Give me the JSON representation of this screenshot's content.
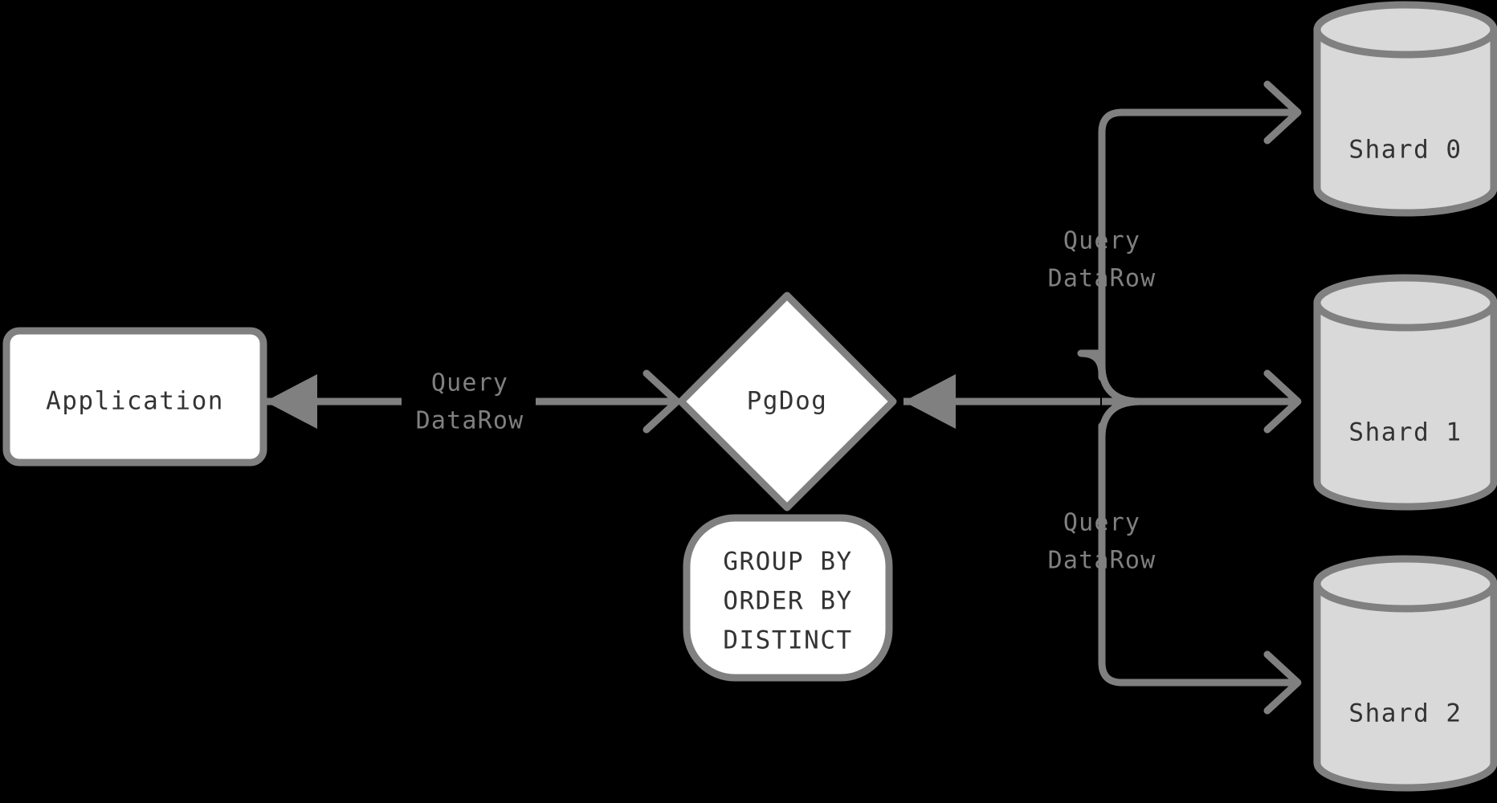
{
  "diagram": {
    "title": "PgDog sharded query routing",
    "background_color": "#000000",
    "stroke_color": "#808080",
    "node_fill_white": "#ffffff",
    "node_fill_gray": "#d9d9d9",
    "label_text_color": "#333333",
    "edge_text_color": "#808080",
    "nodes": [
      {
        "id": "application",
        "label": "Application",
        "shape": "rounded-rectangle",
        "fill": "#ffffff"
      },
      {
        "id": "pgdog",
        "label": "PgDog",
        "shape": "diamond",
        "fill": "#ffffff"
      },
      {
        "id": "operations",
        "shape": "rounded-rectangle",
        "fill": "#ffffff",
        "lines": [
          "GROUP BY",
          "ORDER BY",
          "DISTINCT"
        ]
      },
      {
        "id": "shard0",
        "label": "Shard 0",
        "shape": "cylinder",
        "fill": "#d9d9d9"
      },
      {
        "id": "shard1",
        "label": "Shard 1",
        "shape": "cylinder",
        "fill": "#d9d9d9"
      },
      {
        "id": "shard2",
        "label": "Shard 2",
        "shape": "cylinder",
        "fill": "#d9d9d9"
      }
    ],
    "edge_labels": [
      {
        "id": "app-pgdog",
        "lines": [
          "Query",
          "DataRow"
        ]
      },
      {
        "id": "pgdog-shard0",
        "lines": [
          "Query",
          "DataRow"
        ]
      },
      {
        "id": "pgdog-shard2",
        "lines": [
          "Query",
          "DataRow"
        ]
      }
    ],
    "edges": [
      {
        "id": "pgdog-to-application",
        "from": "pgdog",
        "to": "application",
        "arrow": "solid-triangle",
        "direction": "left"
      },
      {
        "id": "application-to-pgdog",
        "from": "application",
        "to": "pgdog",
        "arrow": "chevron",
        "direction": "right"
      },
      {
        "id": "shards-to-pgdog",
        "from": "shards",
        "to": "pgdog",
        "arrow": "solid-triangle",
        "direction": "left"
      },
      {
        "id": "pgdog-to-shard0",
        "from": "pgdog",
        "to": "shard0",
        "arrow": "chevron",
        "direction": "right"
      },
      {
        "id": "pgdog-to-shard1",
        "from": "pgdog",
        "to": "shard1",
        "arrow": "chevron",
        "direction": "right"
      },
      {
        "id": "pgdog-to-shard2",
        "from": "pgdog",
        "to": "shard2",
        "arrow": "chevron",
        "direction": "right"
      }
    ]
  }
}
